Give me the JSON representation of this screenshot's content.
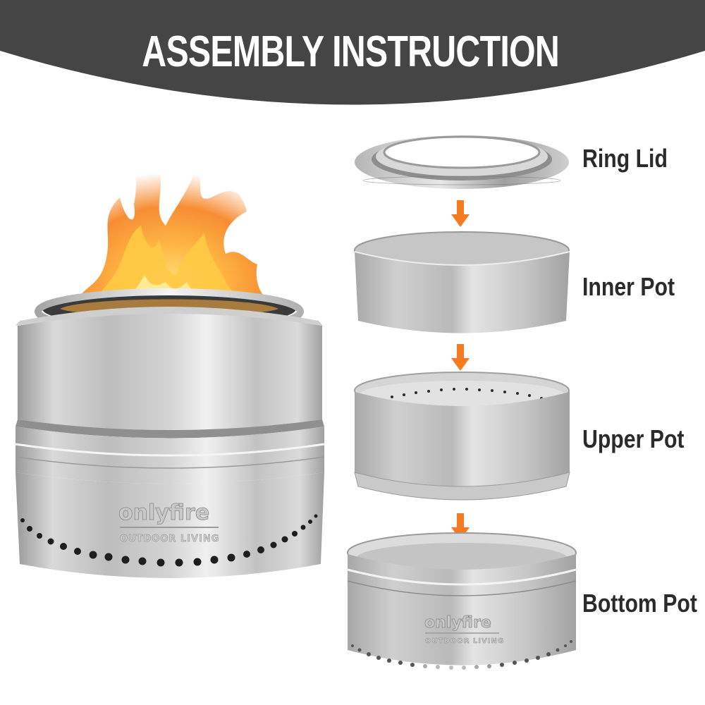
{
  "header": {
    "title": "ASSEMBLY INSTRUCTION",
    "background_color": "#454545",
    "text_color": "#ffffff"
  },
  "assembled_product": {
    "brand_logo": "onlyfire",
    "brand_tagline": "OUTDOOR LIVING",
    "description": "Assembled stainless steel smokeless fire pit with flames"
  },
  "parts": [
    {
      "label": "Ring Lid",
      "order": 1
    },
    {
      "label": "Inner Pot",
      "order": 2
    },
    {
      "label": "Upper Pot",
      "order": 3
    },
    {
      "label": "Bottom Pot",
      "order": 4,
      "brand_logo": "onlyfire",
      "brand_tagline": "OUTDOOR LIVING"
    }
  ],
  "arrows": {
    "color": "#f47b20",
    "icon": "arrow-down-icon",
    "count": 3
  },
  "colors": {
    "steel_light": "#e6e6e6",
    "steel_mid": "#b8b8b8",
    "steel_dark": "#8c8c8c",
    "label_text": "#2b2b2b",
    "flame_orange": "#f7931e",
    "flame_yellow": "#ffc93c"
  }
}
